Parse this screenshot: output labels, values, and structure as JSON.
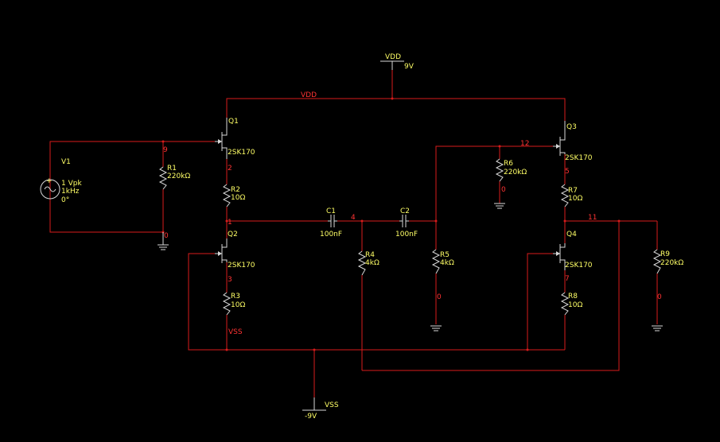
{
  "supplies": {
    "vdd": {
      "label": "VDD",
      "value": "9V"
    },
    "vss": {
      "label": "VSS",
      "value": "-9V"
    }
  },
  "net_labels": {
    "vdd_rail": "VDD",
    "vss_rail": "VSS",
    "n9": "9",
    "n2": "2",
    "n1": "1",
    "n3": "3",
    "n0_left": "0",
    "n4": "4",
    "n12": "12",
    "n0_r6": "0",
    "n0_r5": "0",
    "n5": "5",
    "n11": "11",
    "n7": "7",
    "n0_r9": "0"
  },
  "components": {
    "v1": {
      "name": "V1",
      "amp": "1 Vpk",
      "freq": "1kHz",
      "phase": "0°"
    },
    "r1": {
      "name": "R1",
      "value": "220kΩ"
    },
    "r2": {
      "name": "R2",
      "value": "10Ω"
    },
    "r3": {
      "name": "R3",
      "value": "10Ω"
    },
    "r4": {
      "name": "R4",
      "value": "4kΩ"
    },
    "r5": {
      "name": "R5",
      "value": "4kΩ"
    },
    "r6": {
      "name": "R6",
      "value": "220kΩ"
    },
    "r7": {
      "name": "R7",
      "value": "10Ω"
    },
    "r8": {
      "name": "R8",
      "value": "10Ω"
    },
    "r9": {
      "name": "R9",
      "value": "220kΩ"
    },
    "c1": {
      "name": "C1",
      "value": "100nF"
    },
    "c2": {
      "name": "C2",
      "value": "100nF"
    },
    "q1": {
      "name": "Q1",
      "part": "2SK170"
    },
    "q2": {
      "name": "Q2",
      "part": "2SK170"
    },
    "q3": {
      "name": "Q3",
      "part": "2SK170"
    },
    "q4": {
      "name": "Q4",
      "part": "2SK170"
    }
  }
}
